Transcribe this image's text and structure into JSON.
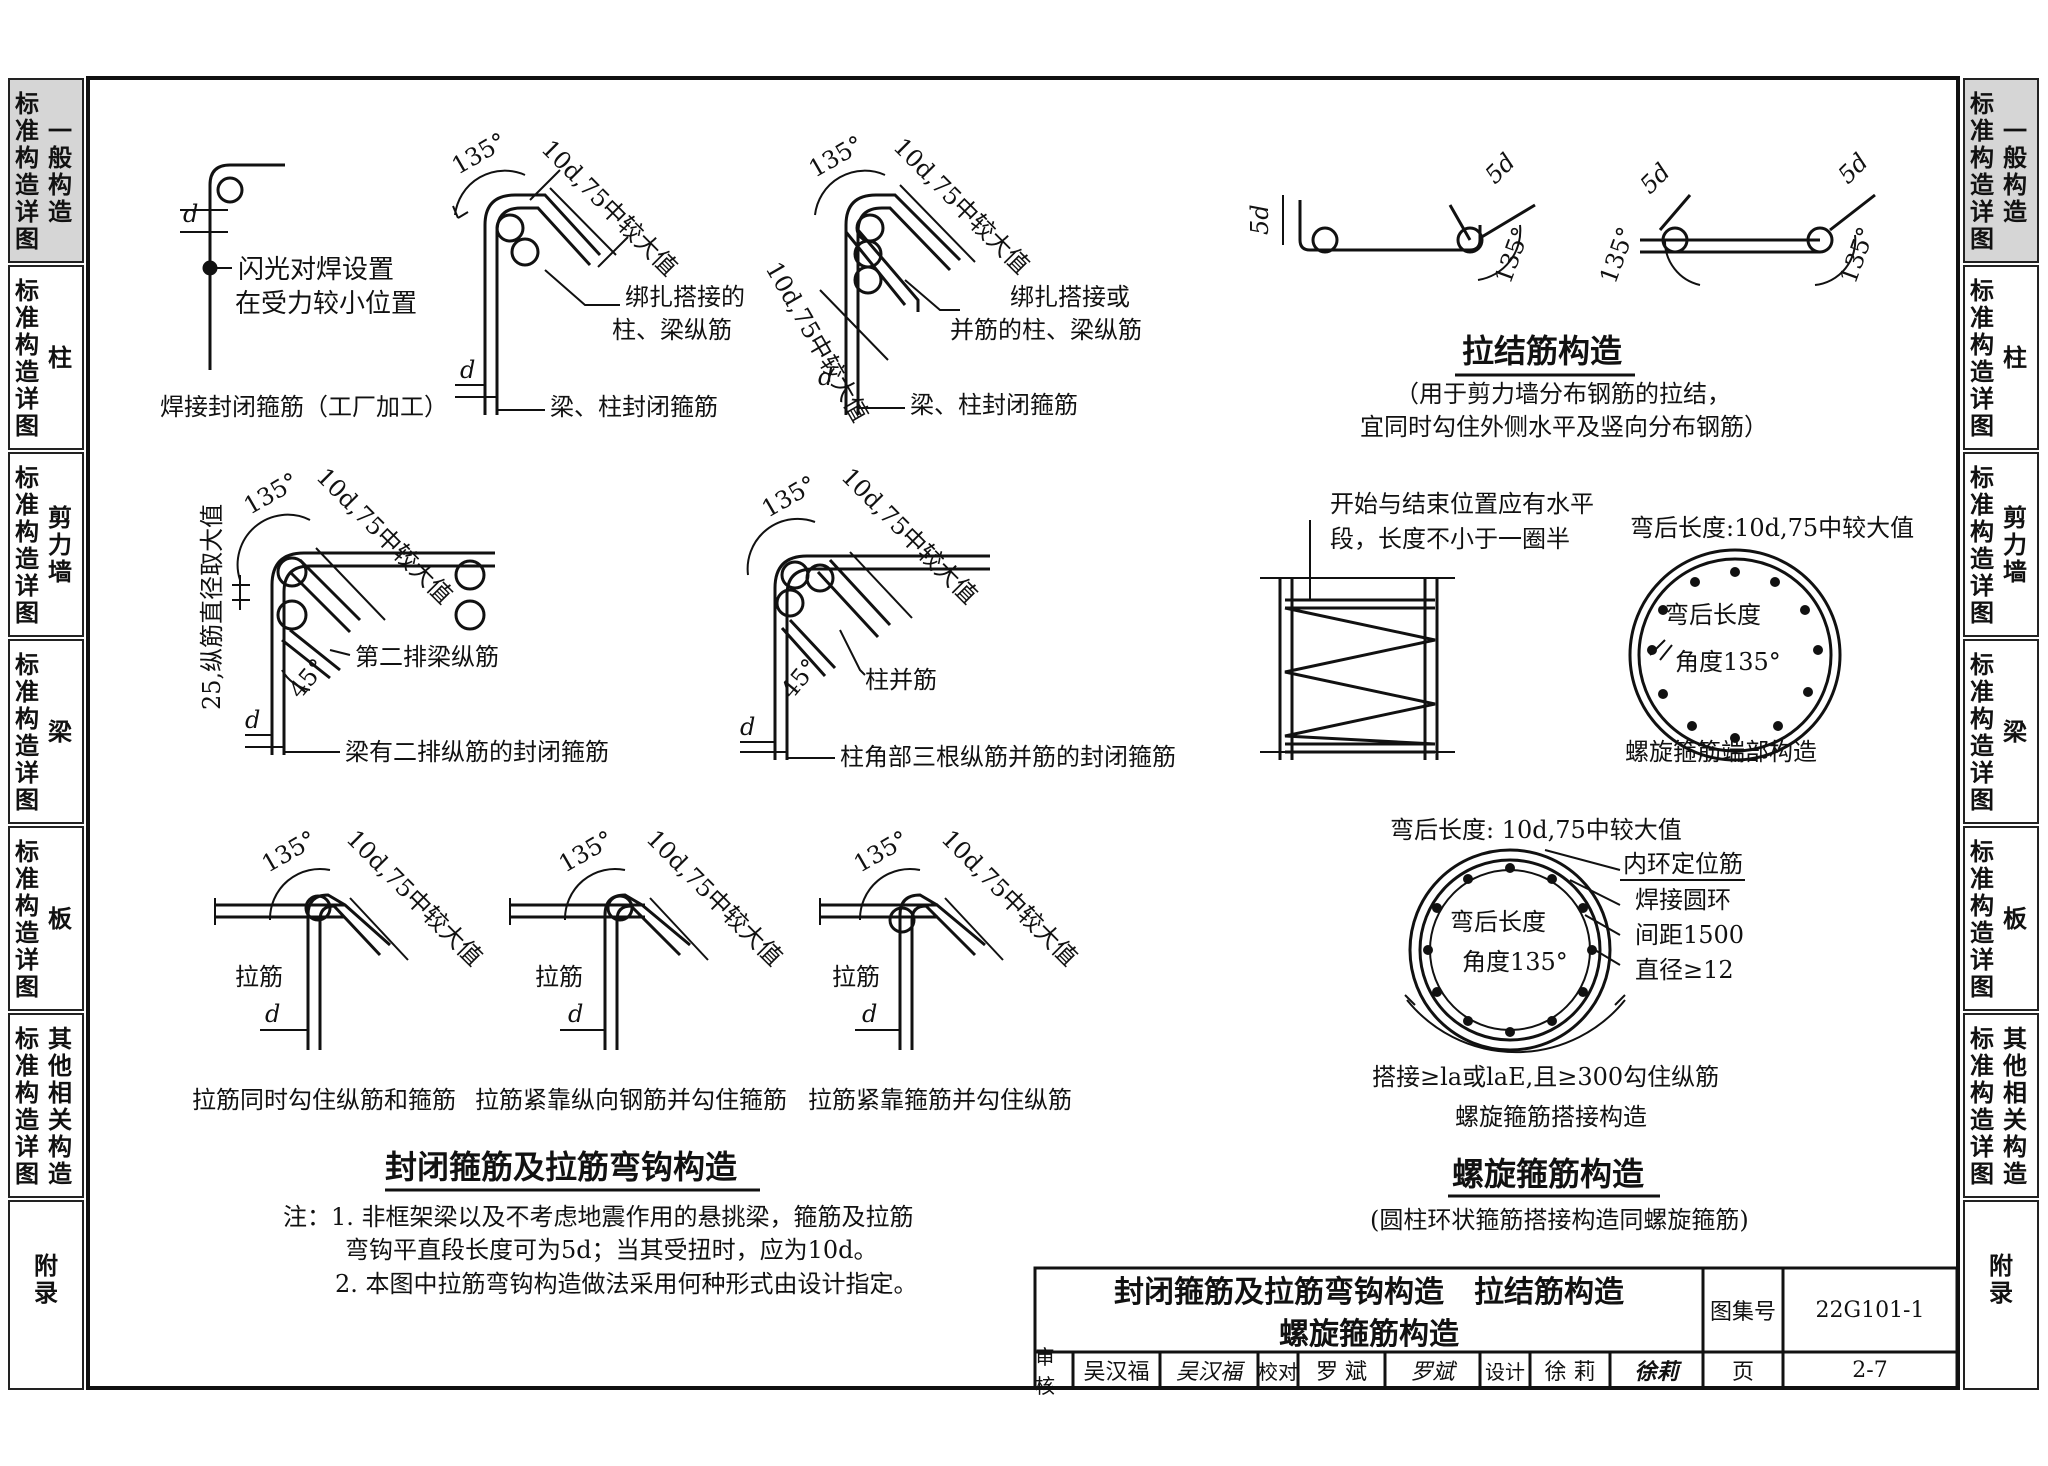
{
  "left_tabs": [
    {
      "a": "标准构造详图",
      "b": "一般构造"
    },
    {
      "a": "标准构造详图",
      "b": "柱"
    },
    {
      "a": "标准构造详图",
      "b": "剪力墙"
    },
    {
      "a": "标准构造详图",
      "b": "梁"
    },
    {
      "a": "标准构造详图",
      "b": "板"
    },
    {
      "a": "标准构造详图",
      "b": "其他相关构造"
    },
    {
      "a": "附录",
      "b": ""
    }
  ],
  "right_tabs": [
    {
      "a": "标准构造详图",
      "b": "一般构造"
    },
    {
      "a": "标准构造详图",
      "b": "柱"
    },
    {
      "a": "标准构造详图",
      "b": "剪力墙"
    },
    {
      "a": "标准构造详图",
      "b": "梁"
    },
    {
      "a": "标准构造详图",
      "b": "板"
    },
    {
      "a": "标准构造详图",
      "b": "其他相关构造"
    },
    {
      "a": "附录",
      "b": ""
    }
  ],
  "labels": {
    "d": "d",
    "deg135": "135°",
    "deg45": "45°",
    "hook": "10d,75中较大值",
    "flash_weld_1": "闪光对焊设置",
    "flash_weld_2": "在受力较小位置",
    "welded_stirrup": "焊接封闭箍筋（工厂加工）",
    "tied_lap_1": "绑扎搭接的",
    "tied_lap_2": "柱、梁纵筋",
    "beam_col_closed": "梁、柱封闭箍筋",
    "tied_or_bundled_1": "绑扎搭接或",
    "tied_or_bundled_2": "并筋的柱、梁纵筋",
    "second_row_rebar": "第二排梁纵筋",
    "rebar_dia_25": "25,纵筋直径取大值",
    "beam_two_rows": "梁有二排纵筋的封闭箍筋",
    "col_bundled": "柱并筋",
    "col_corner_three": "柱角部三根纵筋并筋的封闭箍筋",
    "tie_bar": "拉筋",
    "tie_both": "拉筋同时勾住纵筋和箍筋",
    "tie_near_long": "拉筋紧靠纵向钢筋并勾住箍筋",
    "tie_near_stirrup": "拉筋紧靠箍筋并勾住纵筋",
    "title_closed": "封闭箍筋及拉筋弯钩构造",
    "note_1a": "注：1. 非框架梁以及不考虑地震作用的悬挑梁，箍筋及拉筋",
    "note_1b": "弯钩平直段长度可为5d；当其受扭时，应为10d。",
    "note_2": "2. 本图中拉筋弯钩构造做法采用何种形式由设计指定。",
    "five_d": "5d",
    "tie_title": "拉结筋构造",
    "tie_sub_1": "（用于剪力墙分布钢筋的拉结，",
    "tie_sub_2": "宜同时勾住外侧水平及竖向分布钢筋）",
    "spiral_start_1": "开始与结束位置应有水平",
    "spiral_start_2": "段，长度不小于一圈半",
    "bend_len_top": "弯后长度:10d,75中较大值",
    "bend_len": "弯后长度",
    "angle_135": "角度135°",
    "spiral_end": "螺旋箍筋端部构造",
    "bend_len_mid": "弯后长度: 10d,75中较大值",
    "inner_ring": "内环定位筋",
    "weld_ring": "焊接圆环",
    "spacing": "间距1500",
    "diameter": "直径≥12",
    "lap_text": "搭接≥la或laE,且≥300勾住纵筋",
    "spiral_lap": "螺旋箍筋搭接构造",
    "spiral_title": "螺旋箍筋构造",
    "spiral_sub": "(圆柱环状箍筋搭接构造同螺旋箍筋)"
  },
  "title_block": {
    "title_line1": "封闭箍筋及拉筋弯钩构造　拉结筋构造",
    "title_line2": "螺旋箍筋构造",
    "atlas_label": "图集号",
    "atlas_no": "22G101-1",
    "page_label": "页",
    "page_no": "2-7",
    "review_label": "审核",
    "reviewer": "吴汉福",
    "reviewer_sig": "吴汉福",
    "check_label": "校对",
    "checker": "罗 斌",
    "checker_sig": "罗斌",
    "design_label": "设计",
    "designer": "徐 莉",
    "designer_sig": "徐莉"
  }
}
